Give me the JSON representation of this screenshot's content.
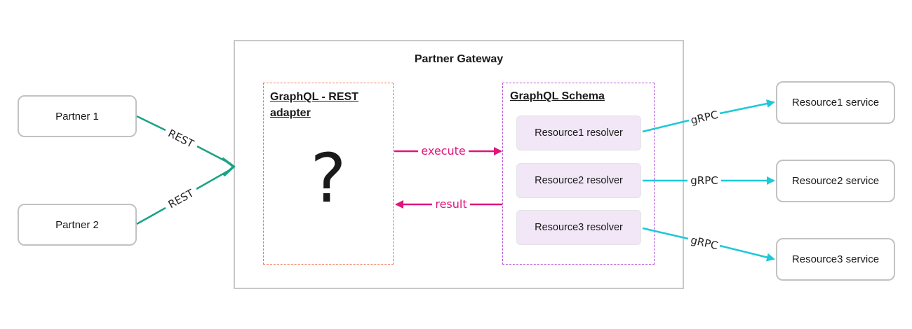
{
  "gateway": {
    "title": "Partner Gateway"
  },
  "partners": [
    {
      "label": "Partner 1"
    },
    {
      "label": "Partner 2"
    }
  ],
  "adapter": {
    "title_line1": "GraphQL - REST",
    "title_line2": "adapter",
    "placeholder": "?"
  },
  "schema": {
    "title": "GraphQL Schema",
    "resolvers": [
      {
        "label": "Resource1 resolver"
      },
      {
        "label": "Resource2 resolver"
      },
      {
        "label": "Resource3 resolver"
      }
    ]
  },
  "services": [
    {
      "label": "Resource1 service"
    },
    {
      "label": "Resource2 service"
    },
    {
      "label": "Resource3 service"
    }
  ],
  "edges": {
    "rest_1": "REST",
    "rest_2": "REST",
    "execute": "execute",
    "result": "result",
    "grpc_1": "gRPC",
    "grpc_2": "gRPC",
    "grpc_3": "gRPC"
  },
  "colors": {
    "rest": "#1aa283",
    "execute_result": "#e0157a",
    "grpc": "#1ec8d8",
    "adapter_border": "#f2765a",
    "schema_border": "#b24cd6",
    "resolver_fill": "#f1e7f7"
  }
}
